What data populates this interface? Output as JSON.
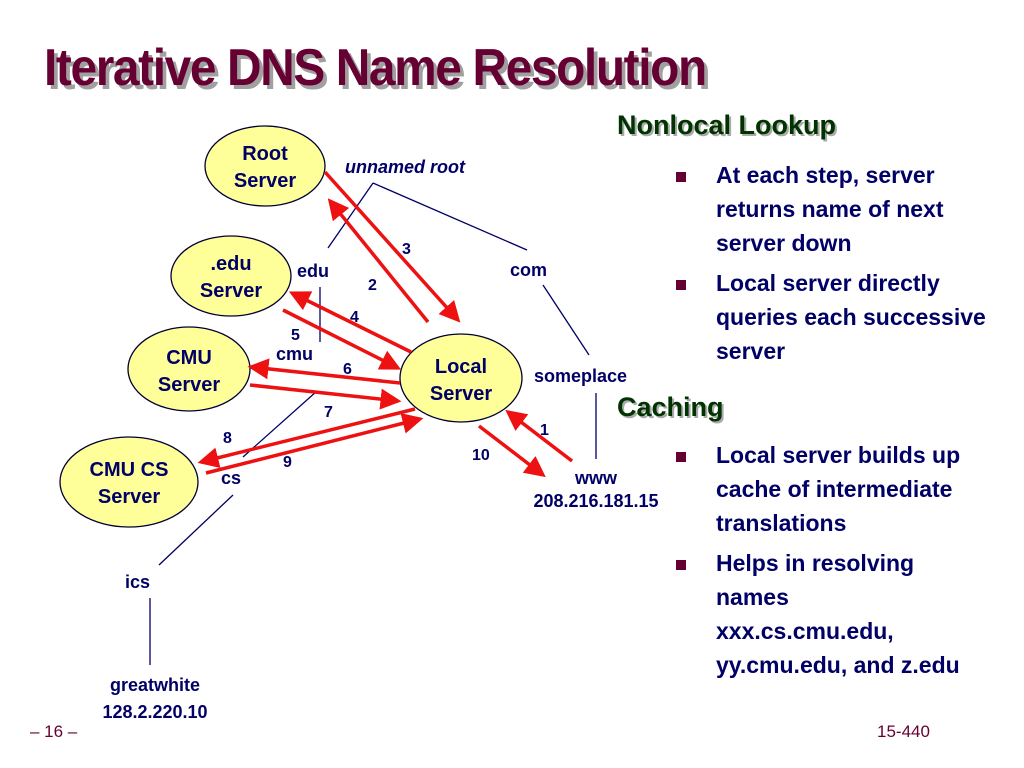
{
  "slide": {
    "title": "Iterative DNS Name Resolution",
    "footer_page": "– 16 –",
    "footer_course": "15-440"
  },
  "diagram": {
    "servers": [
      {
        "id": "root",
        "line1": "Root",
        "line2": "Server"
      },
      {
        "id": "edu",
        "line1": ".edu",
        "line2": "Server"
      },
      {
        "id": "cmu",
        "line1": "CMU",
        "line2": "Server"
      },
      {
        "id": "cmucs",
        "line1": "CMU CS",
        "line2": "Server"
      },
      {
        "id": "local",
        "line1": "Local",
        "line2": "Server"
      }
    ],
    "tree_labels": {
      "root": "unnamed root",
      "edu": "edu",
      "com": "com",
      "cmu": "cmu",
      "cs": "cs",
      "ics": "ics",
      "someplace": "someplace",
      "www": "www",
      "www_ip": "208.216.181.15",
      "greatwhite": "greatwhite",
      "greatwhite_ip": "128.2.220.10"
    },
    "steps": [
      "1",
      "2",
      "3",
      "4",
      "5",
      "6",
      "7",
      "8",
      "9",
      "10"
    ],
    "colors": {
      "arrow": "#ee1111",
      "node_fill": "#ffff99",
      "tree_line": "#000066",
      "text": "#000066"
    }
  },
  "sections": [
    {
      "heading": "Nonlocal Lookup",
      "bullets": [
        "At each step, server returns name of next server down",
        "Local server directly queries each successive server"
      ]
    },
    {
      "heading": "Caching",
      "bullets": [
        "Local server builds up cache of intermediate translations",
        "Helps in resolving names xxx.cs.cmu.edu, yy.cmu.edu, and z.edu"
      ]
    }
  ]
}
